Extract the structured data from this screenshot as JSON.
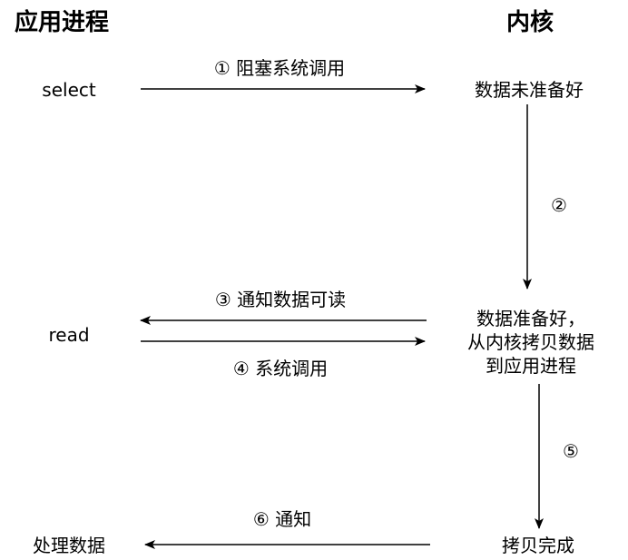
{
  "headers": {
    "left": "应用进程",
    "right": "内核"
  },
  "app_labels": {
    "select": "select",
    "read": "read",
    "process": "处理数据"
  },
  "kernel_states": {
    "not_ready": "数据未准备好",
    "ready_line1": "数据准备好，",
    "ready_line2": "从内核拷贝数据",
    "ready_line3": "到应用进程",
    "copy_done": "拷贝完成"
  },
  "steps": {
    "s1": "① 阻塞系统调用",
    "s2": "②",
    "s3": "③ 通知数据可读",
    "s4": "④ 系统调用",
    "s5": "⑤",
    "s6": "⑥ 通知"
  },
  "colors": {
    "ink": "#000000",
    "background": "#ffffff"
  }
}
